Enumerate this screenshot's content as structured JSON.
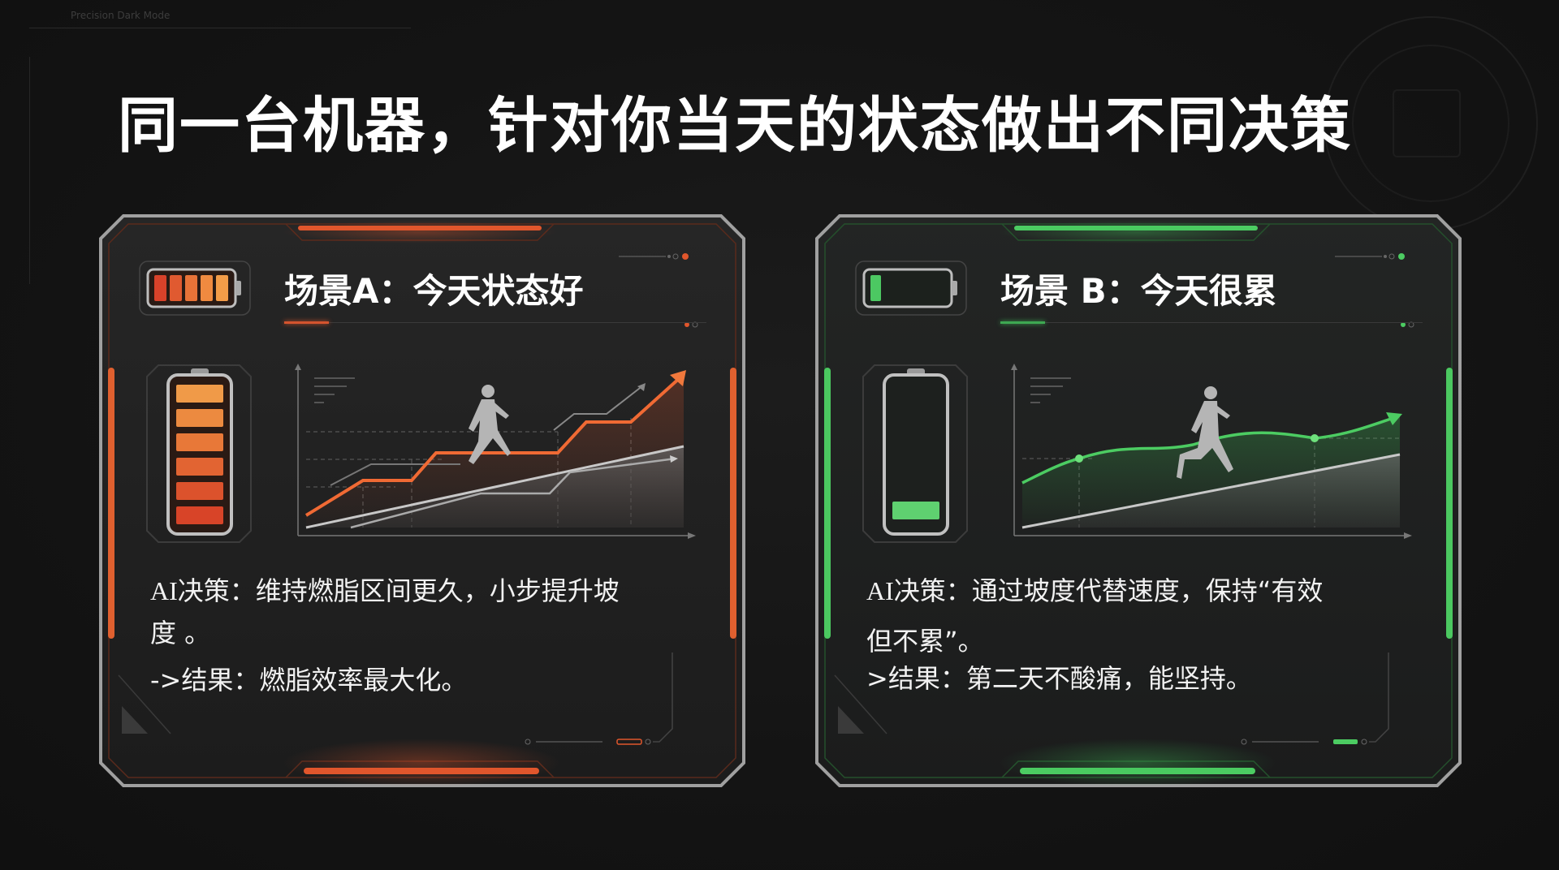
{
  "background": {
    "label": "Precision Dark Mode"
  },
  "title": "同一台机器，针对你当天的状态做出不同决策",
  "colors": {
    "background": "#141414",
    "card_bg": "#222222",
    "card_border": "#9a9a9a",
    "accent_a": "#e0562c",
    "accent_a_light": "#f29a4a",
    "accent_b": "#3fbf57",
    "accent_b_light": "#7be08b",
    "text": "#ffffff"
  },
  "cards": [
    {
      "id": "scenario-a",
      "title": "场景A：今天状态好",
      "battery_level": "full",
      "battery_bars": 5,
      "decision_prefix": "AI",
      "decision_line1": "决策：维持燃脂区间更久，小步提升坡",
      "decision_line2": "度 。",
      "result": "->结果：燃脂效率最大化。",
      "chart_icon": "stepped-rising-line-chart-with-runner-icon"
    },
    {
      "id": "scenario-b",
      "title": "场景 B：今天很累",
      "battery_level": "low",
      "battery_bars": 1,
      "decision_prefix": "AI",
      "decision_line1": "决策：通过坡度代替速度，保持“有效",
      "decision_line2": "但不累”。",
      "result": ">结果：第二天不酸痛，能坚持。",
      "chart_icon": "gentle-wave-line-chart-with-runner-icon"
    }
  ]
}
